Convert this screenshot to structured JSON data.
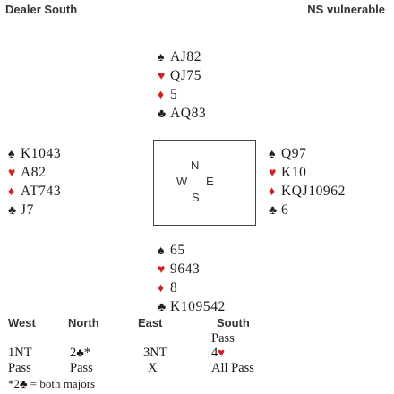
{
  "header": {
    "dealer": "Dealer South",
    "vulnerability": "NS vulnerable"
  },
  "suits": {
    "spade": "♠",
    "heart": "♥",
    "diamond": "♦",
    "club": "♣"
  },
  "colors": {
    "red_suit": "#d21f1f",
    "black_suit": "#222222"
  },
  "hands": {
    "north": {
      "spades": "AJ82",
      "hearts": "QJ75",
      "diamonds": "5",
      "clubs": "AQ83"
    },
    "west": {
      "spades": "K1043",
      "hearts": "A82",
      "diamonds": "AT743",
      "clubs": "J7"
    },
    "east": {
      "spades": "Q97",
      "hearts": "K10",
      "diamonds": "KQJ10962",
      "clubs": "6"
    },
    "south": {
      "spades": "65",
      "hearts": "9643",
      "diamonds": "8",
      "clubs": "K109542"
    }
  },
  "compass": {
    "n": "N",
    "w": "W",
    "e": "E",
    "s": "S"
  },
  "auction": {
    "headers": [
      "West",
      "North",
      "East",
      "South"
    ],
    "row1": {
      "south": "Pass"
    },
    "row2": {
      "west": "1NT",
      "north_level": "2",
      "north_suit": "♣",
      "north_mark": "*",
      "east": "3NT",
      "south_level": "4",
      "south_suit": "♥"
    },
    "row3": {
      "west": "Pass",
      "north": "Pass",
      "east": "X",
      "south": "All Pass"
    }
  },
  "footnote": {
    "marker": "*2",
    "suit": "♣",
    "text": " = both majors"
  }
}
